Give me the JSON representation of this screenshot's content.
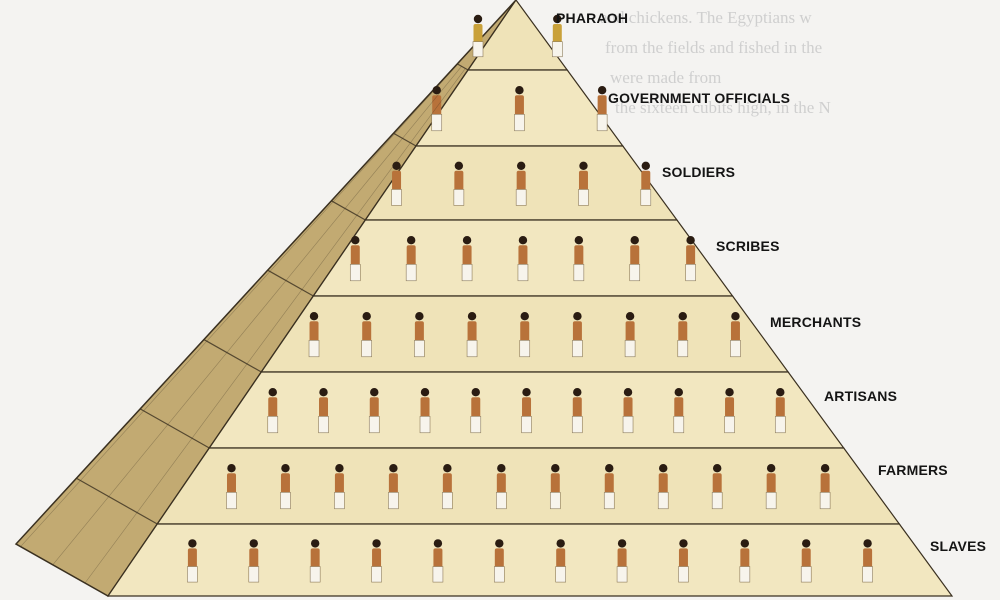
{
  "diagram": {
    "tiers": [
      {
        "label": "PHARAOH"
      },
      {
        "label": "GOVERNMENT OFFICIALS"
      },
      {
        "label": "SOLDIERS"
      },
      {
        "label": "SCRIBES"
      },
      {
        "label": "MERCHANTS"
      },
      {
        "label": "ARTISANS"
      },
      {
        "label": "FARMERS"
      },
      {
        "label": "SLAVES"
      }
    ],
    "background_text": [
      "and chickens. The Egyptians w",
      "from the fields and fished in the",
      "were made from",
      "the sixteen cubits high, in the N"
    ]
  },
  "colors": {
    "background": "#f4f3f1",
    "front_face": "#efe3b8",
    "left_face": "#c2aa72",
    "outline": "#3a3020",
    "label_text": "#141414"
  }
}
